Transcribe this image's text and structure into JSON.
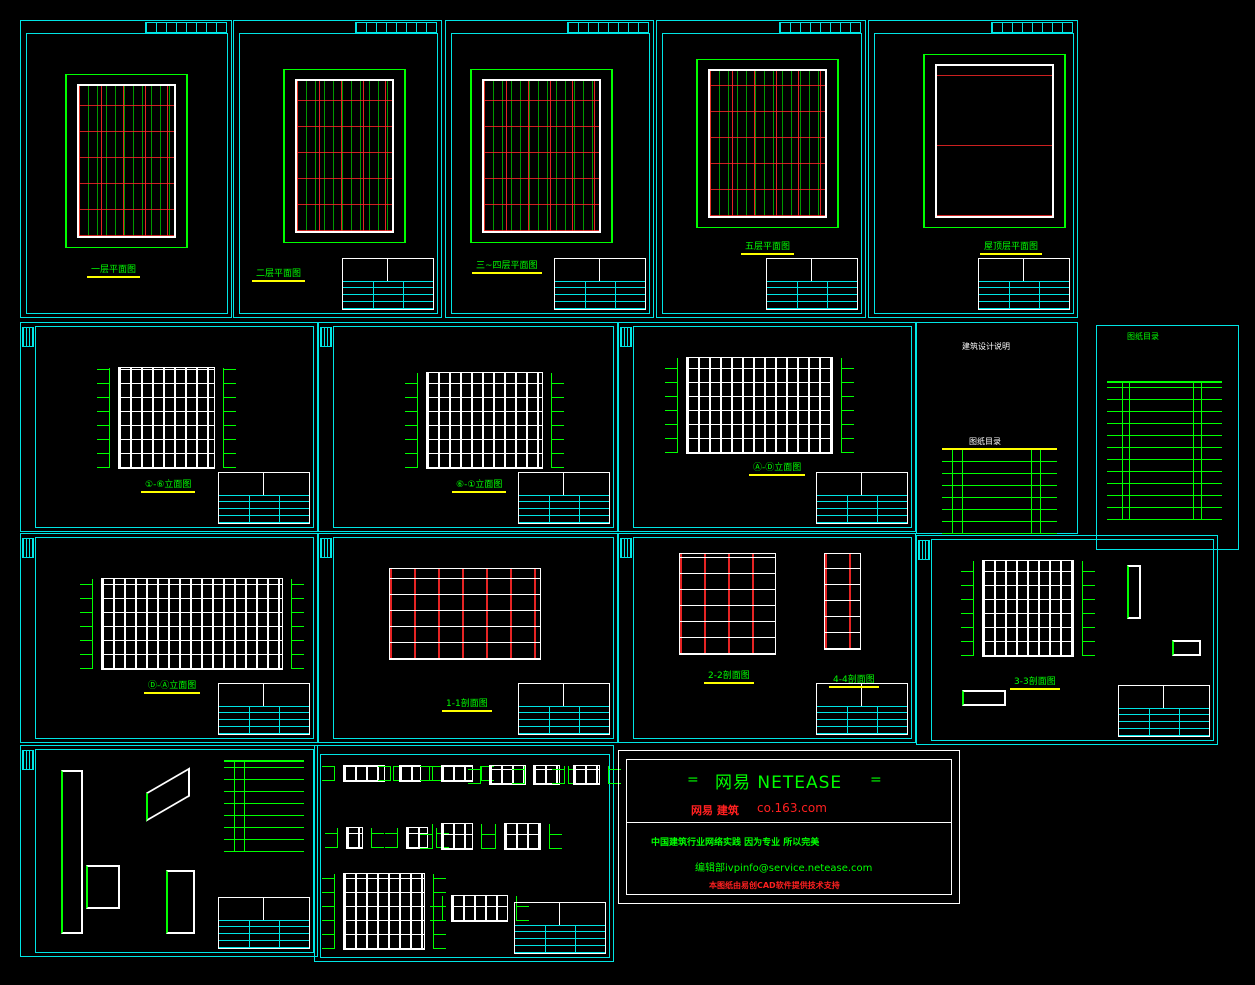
{
  "colors": {
    "background": "#000000",
    "frame": "#00e5e5",
    "lines_green": "#00ff00",
    "walls": "#ffffff",
    "axes_red": "#ff2828",
    "title_underline": "#ffff00"
  },
  "sheets": {
    "plan1": "一层平面图",
    "plan2": "二层平面图",
    "plan3": "三~四层平面图",
    "plan5": "五层平面图",
    "roof": "屋顶层平面图",
    "elev1": "①-⑥立面图",
    "elev2": "⑥-①立面图",
    "elev3": "Ⓐ-Ⓓ立面图",
    "elev4": "Ⓓ-Ⓐ立面图",
    "sect1": "1-1剖面图",
    "sect2": "2-2剖面图",
    "sect4": "4-4剖面图",
    "sect3": "3-3剖面图"
  },
  "catalog": {
    "title": "建筑设计说明",
    "table_title": "图纸目录",
    "index_title": "图纸目录"
  },
  "netease": {
    "eq_left": "=",
    "eq_right": "=",
    "brand": "网易  NETEASE",
    "channel": "网易  建筑",
    "url": "co.163.com",
    "slogan": "中国建筑行业网络实践  因为专业  所以完美",
    "email": "编辑部ivpinfo@service.netease.com",
    "support": "本图纸由易创CAD软件提供技术支持"
  }
}
